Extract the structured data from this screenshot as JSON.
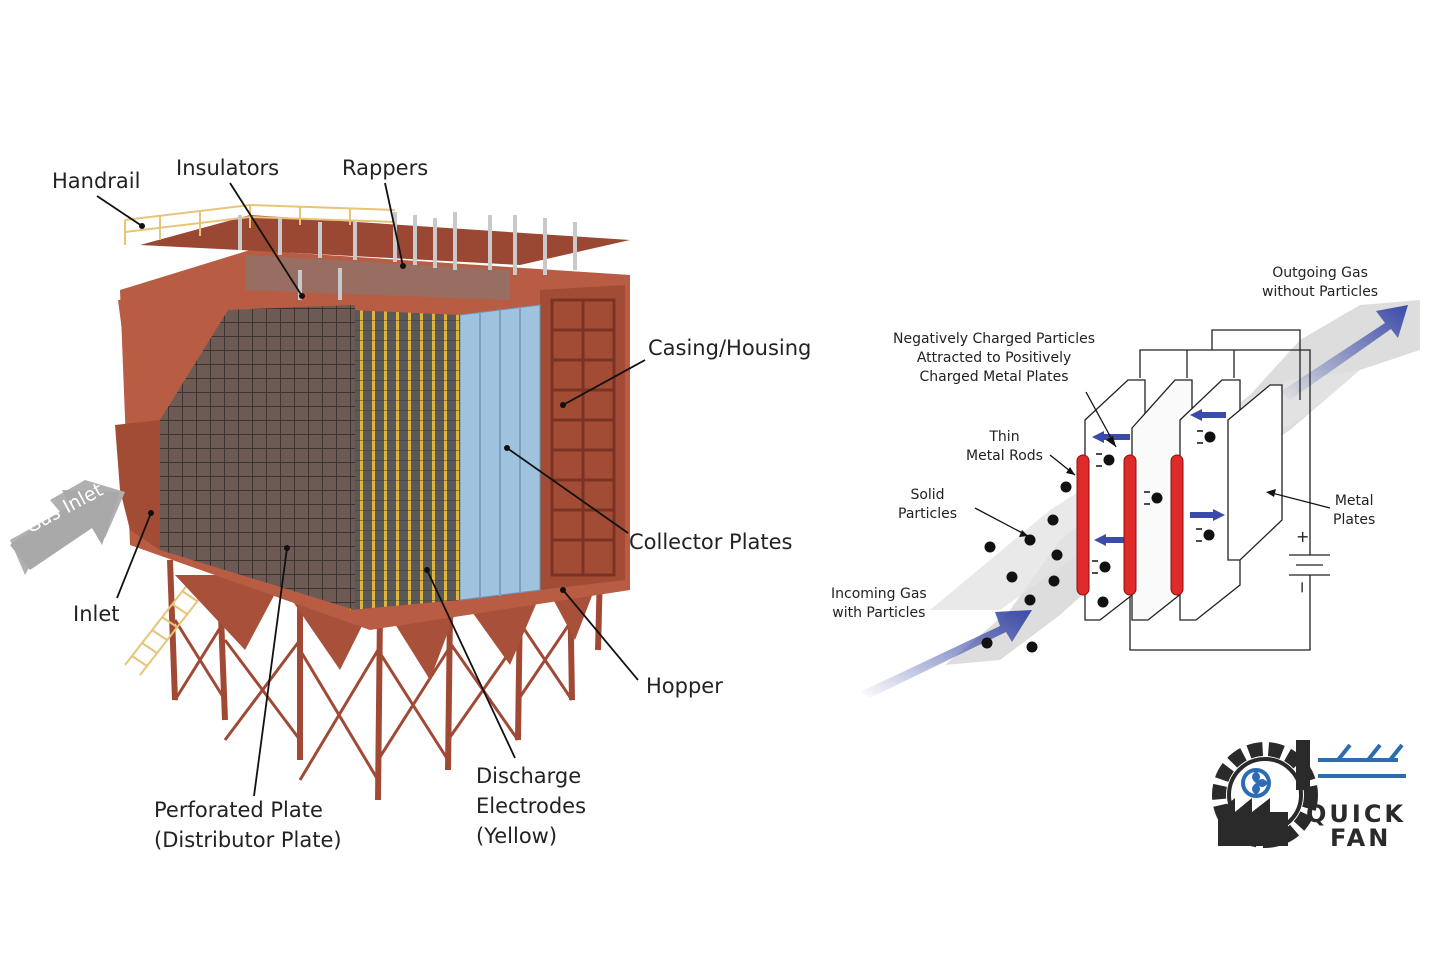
{
  "left_diagram": {
    "labels": {
      "handrail": "Handrail",
      "insulators": "Insulators",
      "rappers": "Rappers",
      "casing": "Casing/Housing",
      "collector": "Collector Plates",
      "hopper": "Hopper",
      "discharge": [
        "Discharge",
        "Electrodes",
        "(Yellow)"
      ],
      "perforated": [
        "Perforated Plate",
        "(Distributor Plate)"
      ],
      "inlet": "Inlet",
      "gas_inlet": "Gas Inlet"
    },
    "colors": {
      "steel": "#b85c44",
      "steel_dark": "#8c3f2d",
      "electrode": "#e0b43a",
      "collector": "#9fc2de",
      "grid": "#5a5a5a"
    }
  },
  "right_diagram": {
    "labels": {
      "outgoing": [
        "Outgoing Gas",
        "without Particles"
      ],
      "negatively": [
        "Negatively Charged Particles",
        "Attracted to Positively",
        "Charged Metal Plates"
      ],
      "rods": [
        "Thin",
        "Metal Rods"
      ],
      "solid": [
        "Solid",
        "Particles"
      ],
      "metal_plates": [
        "Metal",
        "Plates"
      ],
      "incoming": [
        "Incoming Gas",
        "with Particles"
      ],
      "plus": "+",
      "minus": "−"
    },
    "colors": {
      "rod": "#e02a2a",
      "arrow": "#3b4ba8",
      "gas": "#d9d9d9"
    }
  },
  "logo": {
    "line1": "QUICK",
    "line2": "FAN",
    "colors": {
      "dark": "#2a2a2a",
      "blue": "#2b6cb3"
    }
  }
}
